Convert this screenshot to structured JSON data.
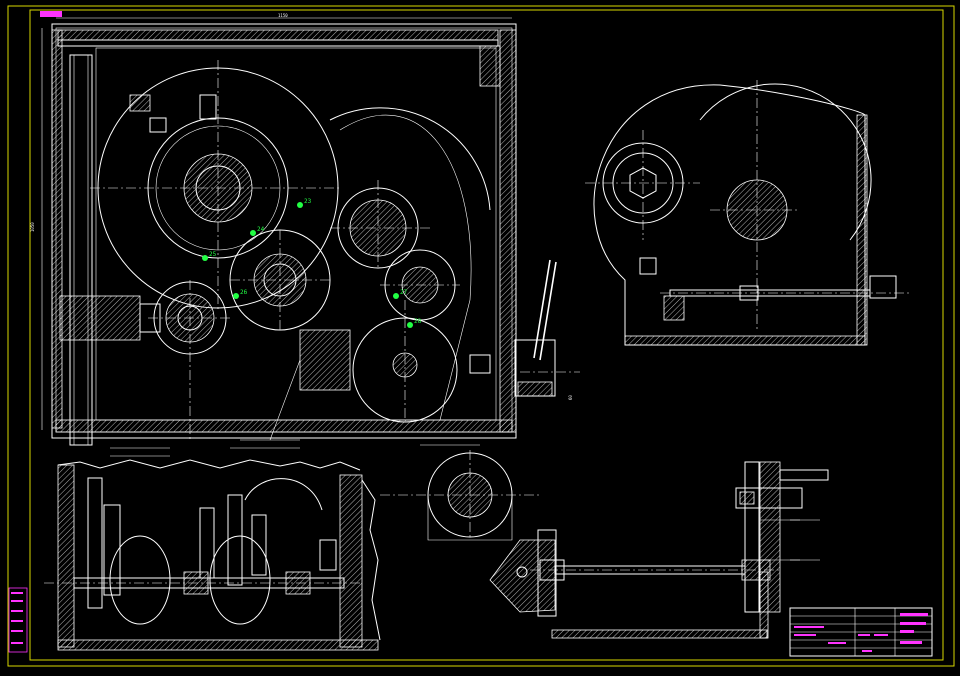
{
  "drawing": {
    "top_dimension": "1150",
    "left_dimension": "1050",
    "right_dimension": "60",
    "gear_marks": [
      "23",
      "24",
      "25",
      "26",
      "27",
      "28"
    ]
  },
  "colors": {
    "background": "#000000",
    "lines": "#ffffff",
    "frame": "#d8d800",
    "title_block": "#ff33ff",
    "gear_marks": "#22ff44"
  }
}
